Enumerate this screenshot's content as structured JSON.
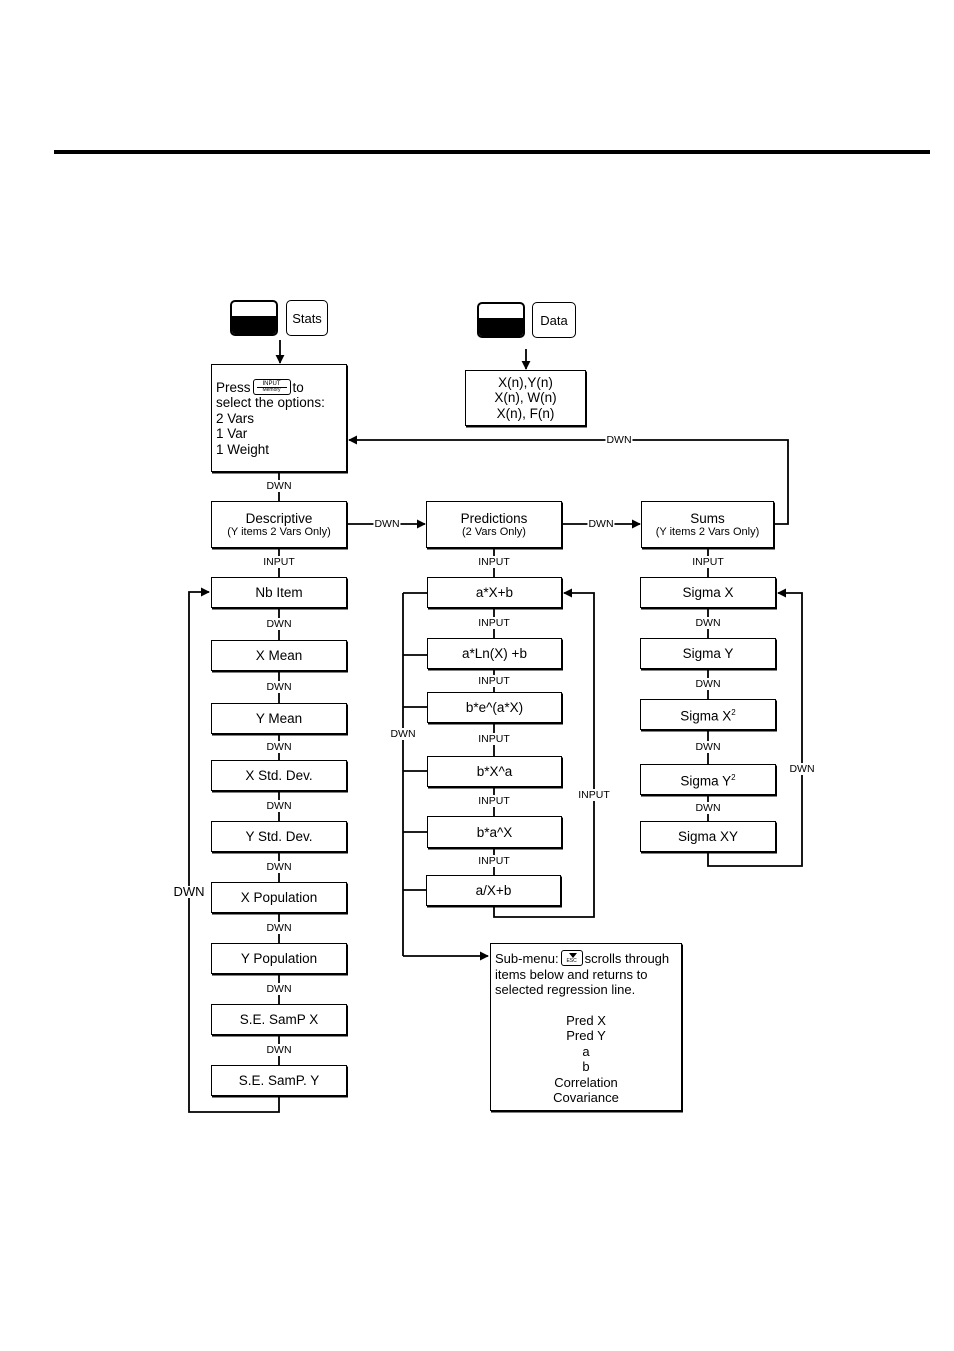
{
  "top_keys": {
    "stats_label": "Stats",
    "data_label": "Data"
  },
  "stats_box": {
    "press": "Press",
    "key_top": "INPUT",
    "key_bottom": "Memory",
    "to": "to",
    "line2": "select the options:",
    "options": [
      "2 Vars",
      "1 Var",
      "1 Weight"
    ]
  },
  "data_box": {
    "lines": [
      "X(n),Y(n)",
      "X(n), W(n)",
      "X(n), F(n)"
    ]
  },
  "categories": {
    "descriptive": {
      "title": "Descriptive",
      "sub": "(Y items 2 Vars Only)"
    },
    "predictions": {
      "title": "Predictions",
      "sub": "(2 Vars Only)"
    },
    "sums": {
      "title": "Sums",
      "sub": "(Y items 2 Vars Only)"
    }
  },
  "descriptive_items": [
    "Nb Item",
    "X Mean",
    "Y Mean",
    "X Std. Dev.",
    "Y Std. Dev.",
    "X Population",
    "Y Population",
    "S.E. SamP X",
    "S.E. SamP. Y"
  ],
  "prediction_items": [
    "a*X+b",
    "a*Ln(X) +b",
    "b*e^(a*X)",
    "b*X^a",
    "b*a^X",
    "a/X+b"
  ],
  "sums_items": [
    {
      "text": "Sigma X",
      "sup": ""
    },
    {
      "text": "Sigma Y",
      "sup": ""
    },
    {
      "text": "Sigma X",
      "sup": "2"
    },
    {
      "text": "Sigma Y",
      "sup": "2"
    },
    {
      "text": "Sigma XY",
      "sup": ""
    }
  ],
  "submenu": {
    "prefix": "Sub-menu:",
    "key_bottom": "ESC",
    "suffix": "scrolls through",
    "line2": "items below and returns to",
    "line3": "selected regression line.",
    "items": [
      "Pred X",
      "Pred Y",
      "a",
      "b",
      "Correlation",
      "Covariance"
    ]
  },
  "labels": {
    "dwn": "DWN",
    "input": "INPUT"
  }
}
